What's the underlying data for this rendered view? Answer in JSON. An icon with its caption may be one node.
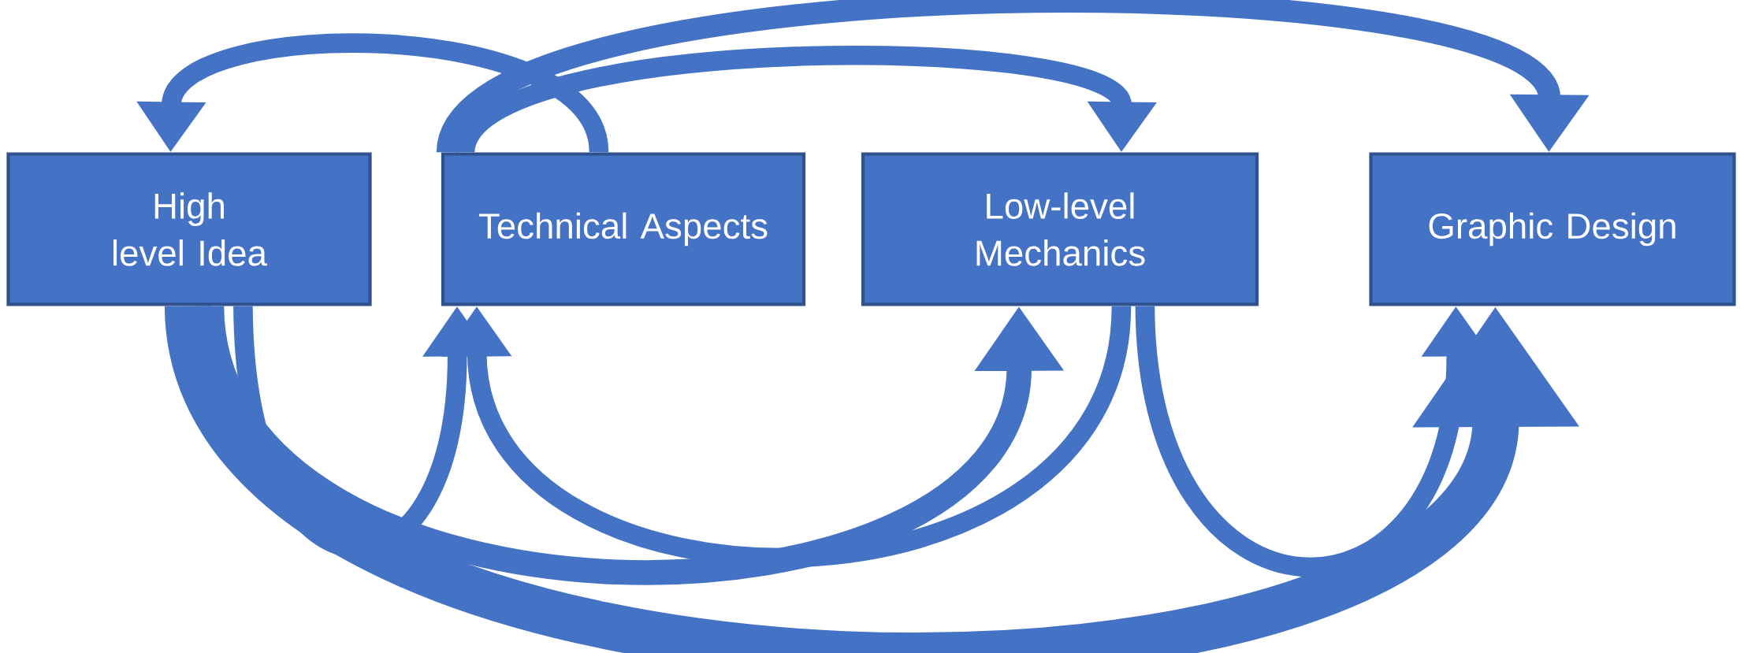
{
  "diagram": {
    "nodes": [
      {
        "text": [
          "High level Idea"
        ]
      },
      {
        "text": [
          "Technical Aspects"
        ]
      },
      {
        "text": [
          "Low-level Mechanics"
        ]
      },
      {
        "text": [
          "Graphic Design"
        ]
      }
    ],
    "edges": [
      {
        "from": 1,
        "to": 0,
        "arrow": "to"
      },
      {
        "from": 1,
        "to": 2,
        "arrow": "to"
      },
      {
        "from": 1,
        "to": 3,
        "arrow": "to"
      },
      {
        "from": 0,
        "to": 1,
        "arrow": "to"
      },
      {
        "from": 0,
        "to": 2,
        "arrow": "to"
      },
      {
        "from": 0,
        "to": 3,
        "arrow": "to",
        "style": "thick"
      },
      {
        "from": 2,
        "to": 1,
        "arrow": "to"
      },
      {
        "from": 2,
        "to": 3,
        "arrow": "to"
      }
    ]
  }
}
